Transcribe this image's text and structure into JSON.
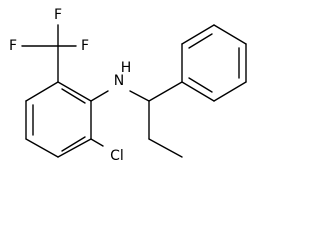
{
  "molecule": {
    "atoms": {
      "F_top": "F",
      "F_left": "F",
      "F_right": "F",
      "N": "N",
      "H": "H",
      "Cl": "Cl"
    },
    "colors": {
      "bond": "#000000",
      "text": "#000000",
      "background": "#ffffff"
    }
  }
}
